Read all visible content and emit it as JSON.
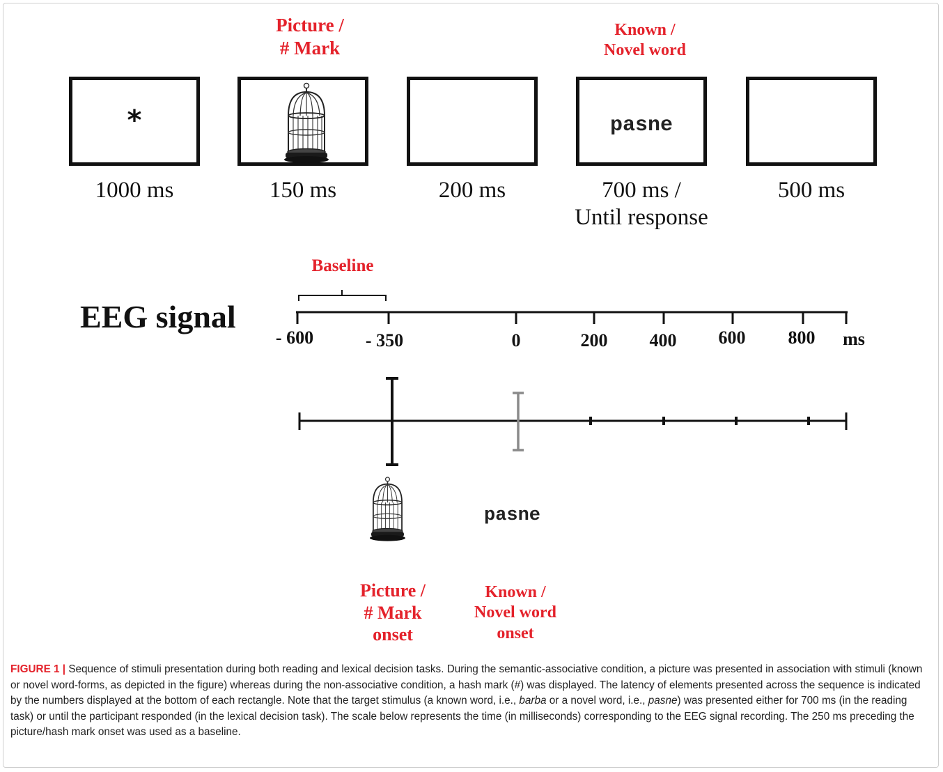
{
  "sequence": {
    "labels": {
      "picture_line1": "Picture /",
      "picture_line2": "# Mark",
      "word_line1": "Known /",
      "word_line2": "Novel word"
    },
    "boxes": [
      {
        "content": "*",
        "duration": "1000 ms"
      },
      {
        "content": "birdcage picture",
        "duration": "150 ms"
      },
      {
        "content": "",
        "duration": "200 ms"
      },
      {
        "content": "pasne",
        "duration_line1": "700 ms /",
        "duration_line2": "Until response"
      },
      {
        "content": "",
        "duration": "500 ms"
      }
    ]
  },
  "eeg": {
    "title": "EEG signal",
    "baseline_label": "Baseline",
    "axis_labels": [
      "- 600",
      "- 350",
      "0",
      "200",
      "400",
      "600",
      "800",
      "ms"
    ],
    "lower_word": "pasne",
    "onset_picture": {
      "line1": "Picture /",
      "line2": "# Mark",
      "line3": "onset"
    },
    "onset_word": {
      "line1": "Known /",
      "line2": "Novel word",
      "line3": "onset"
    }
  },
  "caption": {
    "figure_label": "FIGURE 1",
    "separator": "|",
    "text_part1": "Sequence of stimuli presentation during both reading and lexical decision tasks. During the semantic-associative condition, a picture was presented in association with stimuli (known or novel word-forms, as depicted in the figure) whereas during the non-associative condition, a hash mark (#) was displayed. The latency of elements presented across the sequence is indicated by the numbers displayed at the bottom of each rectangle. Note that the target stimulus (a known word, i.e., ",
    "italic1": "barba",
    "text_part2": " or a novel word, i.e., ",
    "italic2": "pasne",
    "text_part3": ") was presented either for 700 ms (in the reading task) or until the participant responded (in the lexical decision task). The scale below represents the time (in milliseconds) corresponding to the EEG signal recording. The 250 ms preceding the picture/hash mark onset was used as a baseline."
  },
  "colors": {
    "accent_red": "#e4222b",
    "grey_marker": "#8a8a8a"
  },
  "icons": [
    "birdcage-picture"
  ]
}
